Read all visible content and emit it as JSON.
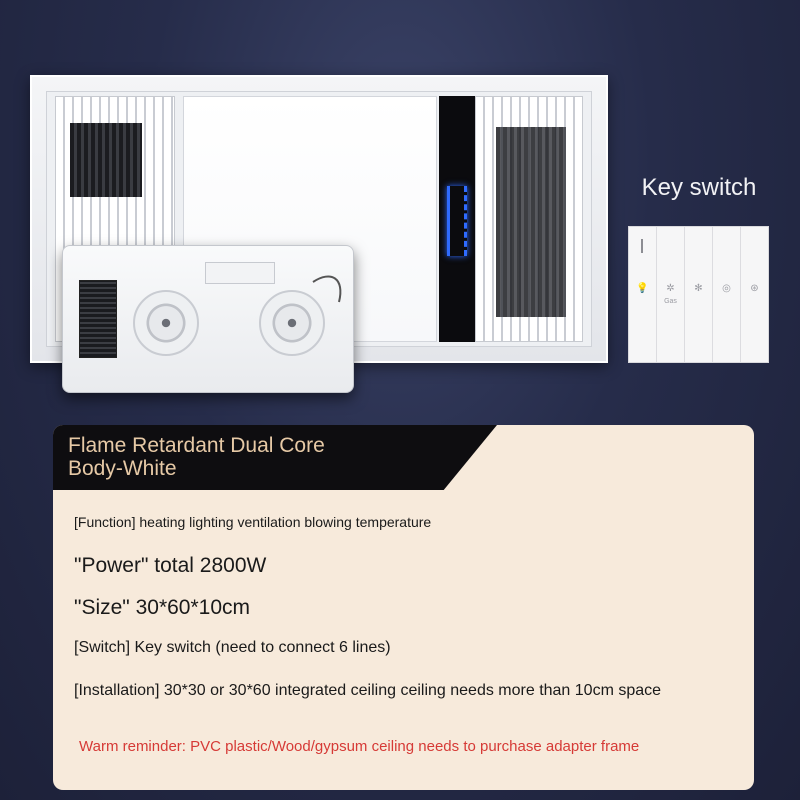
{
  "key_switch": {
    "title": "Key switch",
    "keys": [
      {
        "icon": "power-indicator-icon",
        "label": ""
      },
      {
        "icon": "ventilation-icon",
        "label": "Gas"
      },
      {
        "icon": "fan-icon",
        "label": ""
      },
      {
        "icon": "heating-icon",
        "label": ""
      },
      {
        "icon": "blowing-icon",
        "label": ""
      }
    ]
  },
  "card": {
    "header_line1": "Flame Retardant Dual Core",
    "header_line2": "Body-White",
    "function": "[Function] heating lighting ventilation blowing temperature",
    "power": "\"Power\" total 2800W",
    "size": "\"Size\" 30*60*10cm",
    "switch": "[Switch] Key switch (need to connect 6 lines)",
    "installation": "[Installation] 30*30 or 30*60 integrated ceiling ceiling needs more than 10cm space",
    "reminder": "Warm reminder: PVC plastic/Wood/gypsum ceiling needs to purchase adapter frame"
  },
  "colors": {
    "background": "#262c4a",
    "card": "#f7eadb",
    "header": "#0e0d10",
    "header_text": "#e6c9a6",
    "reminder": "#d63a36"
  }
}
